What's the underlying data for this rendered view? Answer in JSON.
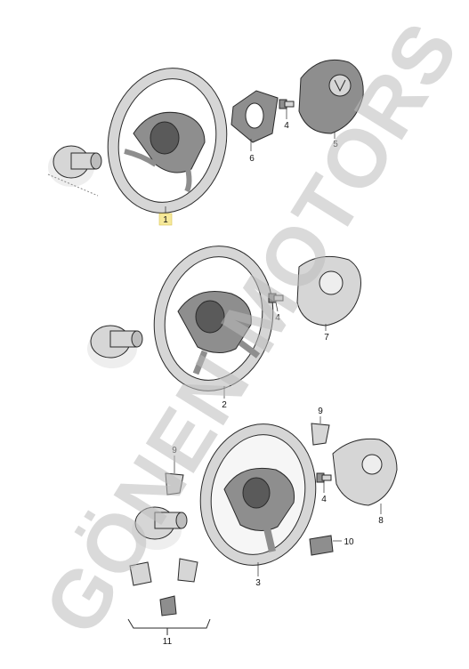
{
  "watermark": "GÖNEN MOTORS",
  "callouts": {
    "c1": "1",
    "c2": "2",
    "c3": "3",
    "c4a": "4",
    "c4b": "4",
    "c4c": "4",
    "c5": "5",
    "c6": "6",
    "c7": "7",
    "c8": "8",
    "c9a": "9",
    "c9b": "9",
    "c10": "10",
    "c11": "11"
  },
  "colors": {
    "line": "#2a2a2a",
    "part_fill": "#d6d6d6",
    "part_dark": "#8e8e8e",
    "part_shadow": "#eeeeee",
    "highlight": "#f6e99a",
    "watermark": "#bdbdbd"
  }
}
